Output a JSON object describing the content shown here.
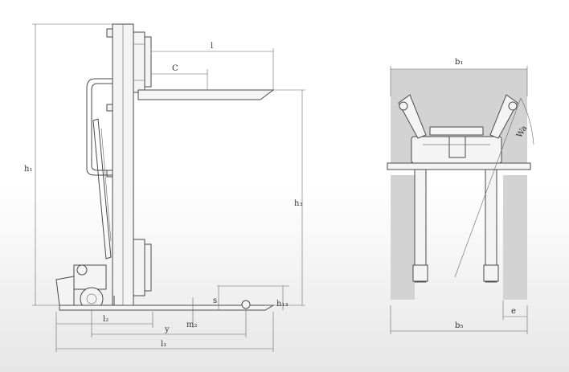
{
  "side_view": {
    "labels": {
      "h1": "h₁",
      "h3": "h₃",
      "h13": "h₁₃",
      "s": "s",
      "m2": "m₂",
      "l": "l",
      "c": "C",
      "l2": "l₂",
      "y": "y",
      "l1": "l₁"
    }
  },
  "front_view": {
    "labels": {
      "b1": "b₁",
      "b5": "b₅",
      "e": "e",
      "wa": "Wa"
    }
  },
  "colors": {
    "line": "#4a4a4a",
    "ghost": "#d3d3d3"
  }
}
